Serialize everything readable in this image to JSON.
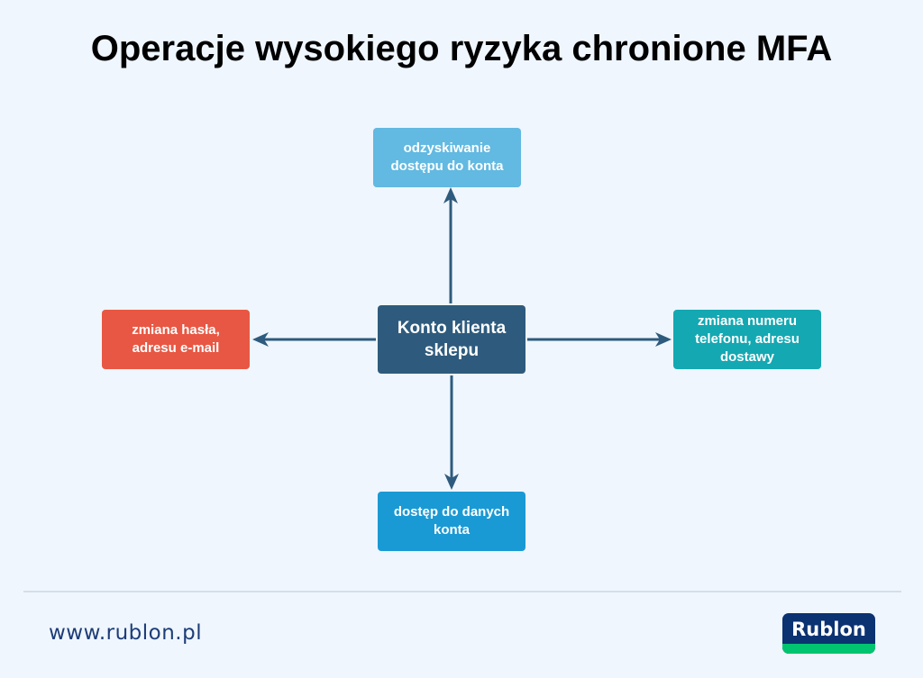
{
  "title": "Operacje wysokiego ryzyka chronione MFA",
  "diagram": {
    "center": {
      "line1": "Konto klienta",
      "line2": "sklepu",
      "color": "#2e5b7d"
    },
    "nodes": {
      "top": {
        "line1": "odzyskiwanie",
        "line2": "dostępu do konta",
        "color": "#62b9e1"
      },
      "left": {
        "line1": "zmiana hasła,",
        "line2": "adresu e-mail",
        "color": "#e85743"
      },
      "right": {
        "line1": "zmiana numeru",
        "line2": "telefonu, adresu",
        "line3": "dostawy",
        "color": "#14a8b2"
      },
      "bottom": {
        "line1": "dostęp do danych",
        "line2": "konta",
        "color": "#1a9ad4"
      }
    },
    "arrow_color": "#2e5b7d",
    "edges": [
      {
        "from": "center",
        "to": "top"
      },
      {
        "from": "center",
        "to": "left"
      },
      {
        "from": "center",
        "to": "right"
      },
      {
        "from": "center",
        "to": "bottom"
      }
    ]
  },
  "footer": {
    "url": "www.rublon.pl",
    "logo_text": "Rublon",
    "logo_colors": {
      "top": "#0b3271",
      "bottom": "#00c46f"
    }
  }
}
